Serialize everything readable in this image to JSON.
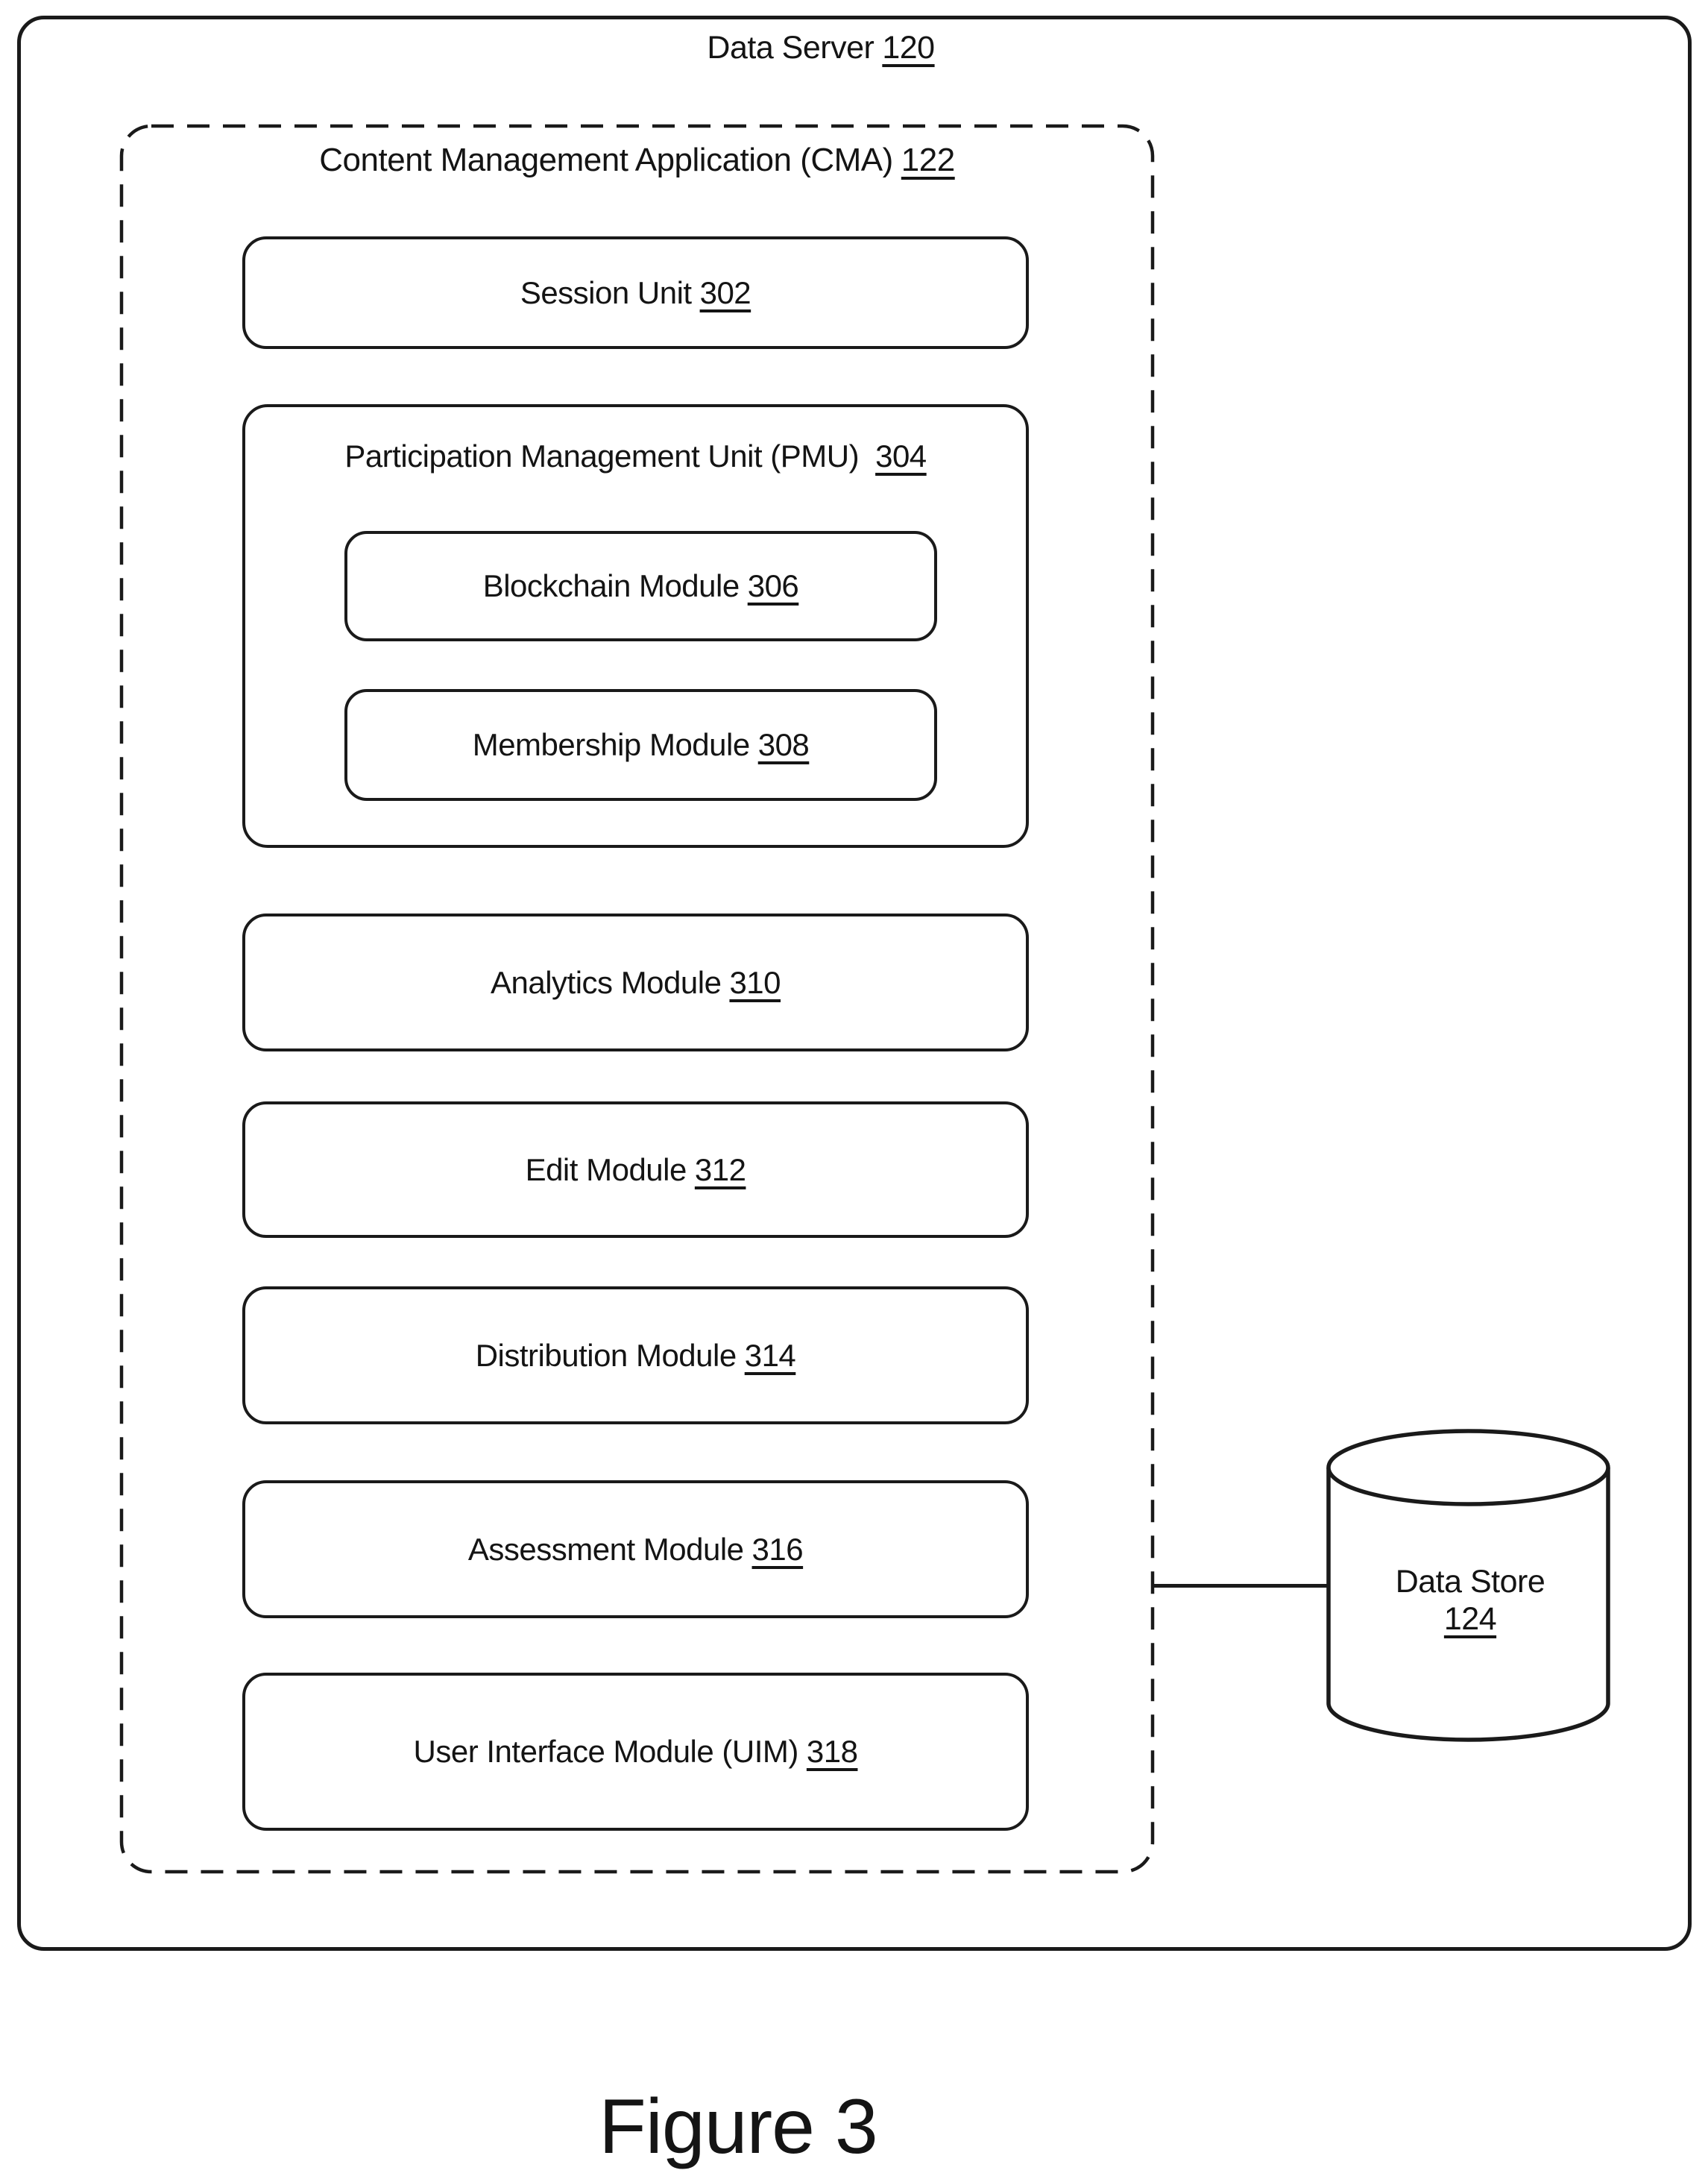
{
  "server": {
    "label": "Data Server",
    "ref": "120"
  },
  "cma": {
    "label": "Content Management Application (CMA)",
    "ref": "122"
  },
  "modules": {
    "session": {
      "label": "Session Unit",
      "ref": "302"
    },
    "pmu": {
      "label": "Participation Management Unit (PMU)",
      "ref": "304"
    },
    "blockchain": {
      "label": "Blockchain Module",
      "ref": "306"
    },
    "membership": {
      "label": "Membership Module",
      "ref": "308"
    },
    "analytics": {
      "label": "Analytics Module",
      "ref": "310"
    },
    "edit": {
      "label": "Edit Module",
      "ref": "312"
    },
    "distribution": {
      "label": "Distribution Module",
      "ref": "314"
    },
    "assessment": {
      "label": "Assessment Module",
      "ref": "316"
    },
    "uim": {
      "label": "User Interface Module (UIM)",
      "ref": "318"
    }
  },
  "datastore": {
    "label": "Data Store",
    "ref": "124"
  },
  "caption": "Figure 3",
  "colors": {
    "ink": "#141414",
    "line": "#1a1a1a",
    "paper": "#ffffff"
  }
}
